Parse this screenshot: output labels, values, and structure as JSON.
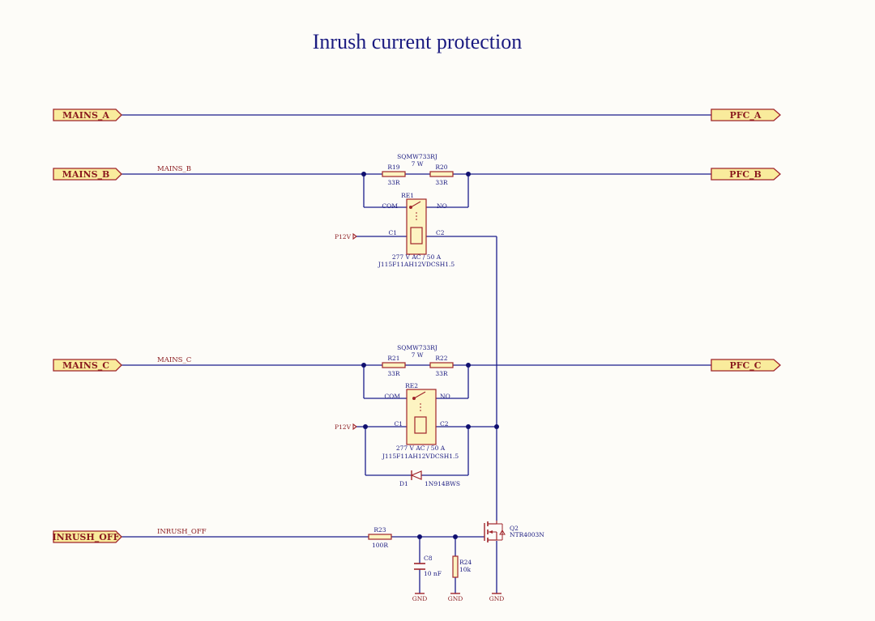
{
  "title": "Inrush current protection",
  "colors": {
    "background": "#fdfcf8",
    "wire": "#1b1d8c",
    "component": "#a0242a",
    "component_fill": "#fdf4c2",
    "port_fill": "#f9eb9c",
    "text_blue": "#1a1a80",
    "junction": "#101070"
  },
  "ports": {
    "mains_a": "MAINS_A",
    "mains_b": "MAINS_B",
    "mains_c": "MAINS_C",
    "inrush_off": "INRUSH_OFF",
    "pfc_a": "PFC_A",
    "pfc_b": "PFC_B",
    "pfc_c": "PFC_C"
  },
  "nets": {
    "mains_b": "MAINS_B",
    "mains_c": "MAINS_C",
    "inrush_off": "INRUSH_OFF",
    "p12v_1": "P12V",
    "p12v_2": "P12V",
    "gnd_c8": "GND",
    "gnd_r24": "GND",
    "gnd_q2": "GND"
  },
  "stage1": {
    "part": "SQMW733RJ",
    "power": "7 W",
    "r_left": {
      "ref": "R19",
      "value": "33R"
    },
    "r_right": {
      "ref": "R20",
      "value": "33R"
    },
    "relay": {
      "ref": "RE1",
      "com": "COM",
      "no": "NO",
      "c1": "C1",
      "c2": "C2",
      "rating": "277 V AC / 50 A",
      "part": "J115F11AH12VDCSH1.5"
    }
  },
  "stage2": {
    "part": "SQMW733RJ",
    "power": "7 W",
    "r_left": {
      "ref": "R21",
      "value": "33R"
    },
    "r_right": {
      "ref": "R22",
      "value": "33R"
    },
    "relay": {
      "ref": "RE2",
      "com": "COM",
      "no": "NO",
      "c1": "C1",
      "c2": "C2",
      "rating": "277 V AC / 50 A",
      "part": "J115F11AH12VDCSH1.5"
    }
  },
  "d1": {
    "ref": "D1",
    "part": "1N914BWS"
  },
  "r23": {
    "ref": "R23",
    "value": "100R"
  },
  "c8": {
    "ref": "C8",
    "value": "10 nF"
  },
  "r24": {
    "ref": "R24",
    "value": "10k"
  },
  "q2": {
    "ref": "Q2",
    "part": "NTR4003N"
  }
}
